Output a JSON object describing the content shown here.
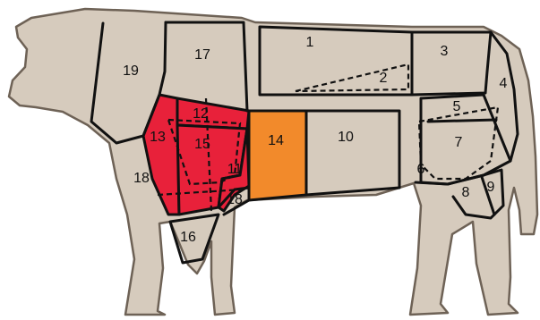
{
  "colors": {
    "background": "#ffffff",
    "body": "#d6cbbd",
    "outline": "#6e6256",
    "highlight_red": "#e8213a",
    "highlight_orange": "#f28a2b",
    "cut_line": "#111111"
  },
  "cuts": {
    "c1": "1",
    "c2": "2",
    "c3": "3",
    "c4": "4",
    "c5": "5",
    "c6": "6",
    "c7": "7",
    "c8": "8",
    "c9": "9",
    "c10": "10",
    "c11": "11",
    "c12": "12",
    "c13": "13",
    "c14": "14",
    "c15": "15",
    "c16": "16",
    "c17": "17",
    "c18a": "18",
    "c18b": "18",
    "c19": "19"
  },
  "highlighted_red": [
    "11",
    "12",
    "13",
    "15"
  ],
  "highlighted_orange": [
    "14"
  ]
}
